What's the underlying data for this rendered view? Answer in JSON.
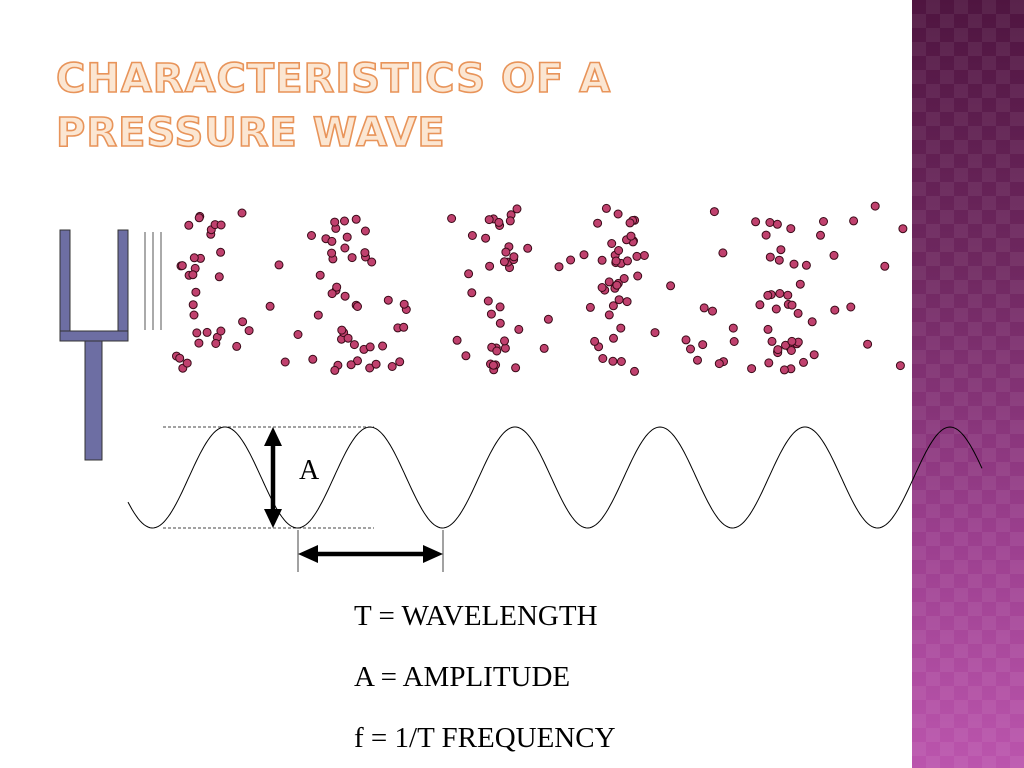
{
  "slide": {
    "title": "Characteristics of a pressure wave",
    "amplitude_label": "A",
    "legend": [
      "T = WAVELENGTH",
      "A = AMPLITUDE",
      "f = 1/T FREQUENCY"
    ]
  },
  "colors": {
    "title_fill": "#fbe6d2",
    "title_outline": "#e8945a",
    "molecule_fill": "#c0416e",
    "tuning_fork": "#6d6ea3",
    "side_band_top": "#4f1540",
    "side_band_bottom": "#bb55ad"
  }
}
